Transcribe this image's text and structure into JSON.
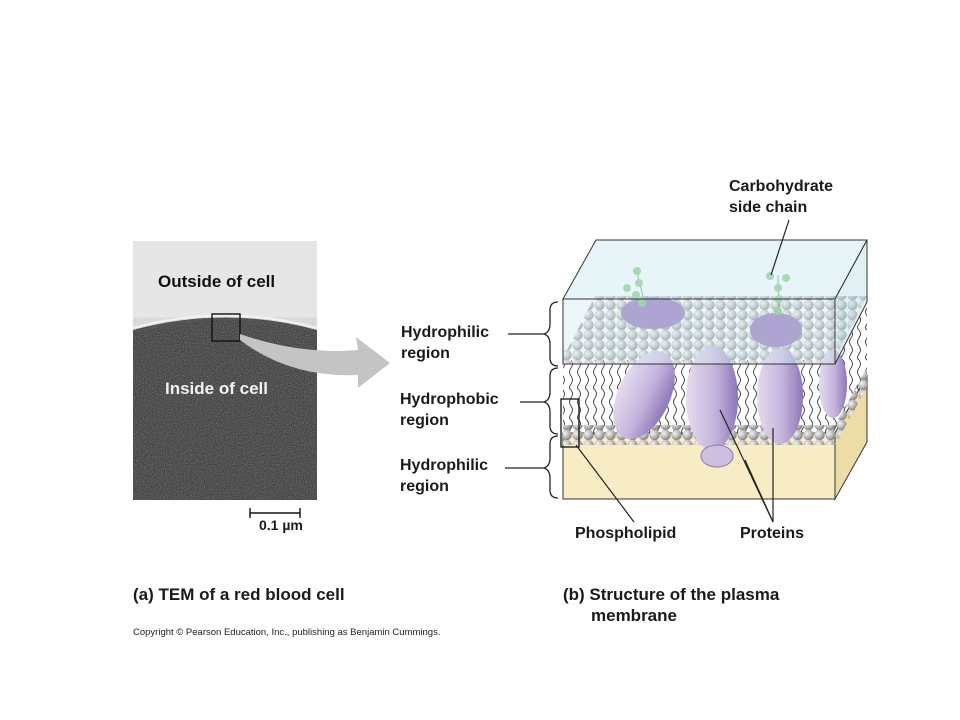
{
  "tem": {
    "outside_label": "Outside of cell",
    "inside_label": "Inside of cell",
    "scale_bar": "0.1 µm"
  },
  "membrane": {
    "labels": {
      "hydrophilic_top": "Hydrophilic region",
      "hydrophobic": "Hydrophobic region",
      "hydrophilic_bottom": "Hydrophilic region",
      "carbohydrate": "Carbohydrate side chain",
      "phospholipid": "Phospholipid",
      "proteins": "Proteins"
    }
  },
  "captions": {
    "a": "(a) TEM of a red blood cell",
    "b_line1": "(b) Structure of the plasma",
    "b_line2": "membrane"
  },
  "copyright": "Copyright © Pearson Education, Inc., publishing as Benjamin Cummings.",
  "colors": {
    "extracellular": "#cfe8ee",
    "cytoplasm": "#f7ecc4",
    "protein_dark": "#7a5aa8",
    "protein_light": "#cdbfe0",
    "carbohydrate": "#6cc36c",
    "head": "#b5b5b5"
  }
}
